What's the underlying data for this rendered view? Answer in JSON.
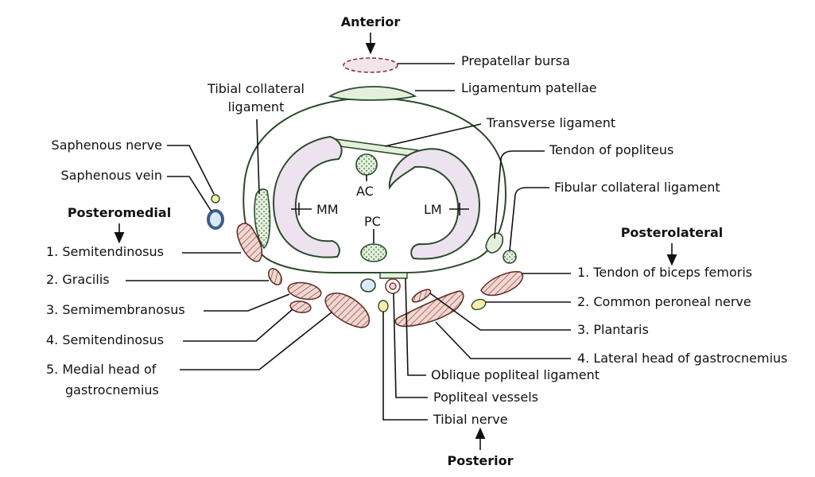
{
  "directions": {
    "anterior": "Anterior",
    "posterior": "Posterior",
    "posteromedial": "Posteromedial",
    "posterolateral": "Posterolateral"
  },
  "center_labels": {
    "mm": "MM",
    "lm": "LM",
    "ac": "AC",
    "pc": "PC"
  },
  "labels": {
    "prepatellar_bursa": "Prepatellar bursa",
    "ligamentum_patellae": "Ligamentum patellae",
    "tibial_collateral_line1": "Tibial collateral",
    "tibial_collateral_line2": "ligament",
    "transverse_ligament": "Transverse ligament",
    "saphenous_nerve": "Saphenous nerve",
    "saphenous_vein": "Saphenous vein",
    "tendon_of_popliteus": "Tendon of popliteus",
    "fibular_collateral_ligament": "Fibular collateral ligament",
    "oblique_popliteal_ligament": "Oblique popliteal ligament",
    "popliteal_vessels": "Popliteal vessels",
    "tibial_nerve": "Tibial nerve"
  },
  "posteromedial_items": [
    "1. Semitendinosus",
    "2. Gracilis",
    "3. Semimembranosus",
    "4. Semitendinosus",
    "5. Medial head of",
    "gastrocnemius"
  ],
  "posterolateral_items": [
    "1. Tendon of biceps femoris",
    "2. Common peroneal nerve",
    "3. Plantaris",
    "4. Lateral head of gastrocnemius"
  ],
  "colors": {
    "meniscus_fill": "#ece3ef",
    "ligament_fill": "#e4f0dc",
    "muscle_fill": "#f1d6d1",
    "nerve_fill": "#f7f0a8",
    "vessel_blue": "#dbe9f7",
    "vein_ring": "#3a5f86",
    "outline_green": "#2b4a2b",
    "bursa_fill": "#f3e4ea"
  }
}
